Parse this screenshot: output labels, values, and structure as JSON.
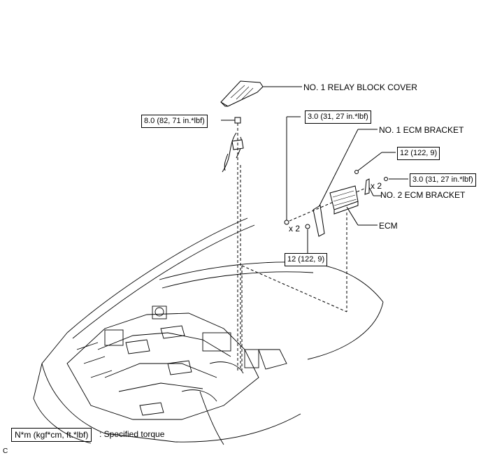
{
  "labels": {
    "relay_cover": "NO. 1 RELAY BLOCK COVER",
    "ecm_bracket1": "NO. 1 ECM BRACKET",
    "ecm_bracket2": "NO. 2 ECM BRACKET",
    "ecm": "ECM"
  },
  "torques": {
    "nut": "8.0 (82, 71 in.*lbf)",
    "bracket1_bolt": "3.0 (31, 27 in.*lbf)",
    "ecm_bolt_upper": "12 (122, 9)",
    "bracket2_bolt": "3.0 (31, 27 in.*lbf)",
    "ecm_bolt_lower": "12 (122, 9)"
  },
  "quantities": {
    "bracket1_qty": "x 2",
    "ecm_lower_qty": "x 2",
    "bracket2_qty": "x 2"
  },
  "legend": {
    "unit_box": "N*m (kgf*cm, ft.*lbf)",
    "description": ": Specified torque"
  },
  "figure_code": "C"
}
